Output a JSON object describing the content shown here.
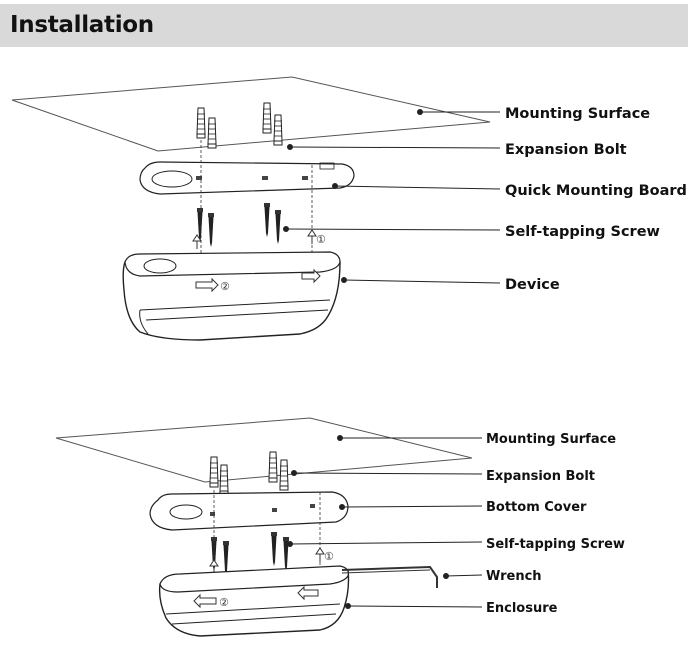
{
  "header": {
    "title": "Installation"
  },
  "diagram_top": {
    "callouts": {
      "mounting_surface": "Mounting Surface",
      "expansion_bolt": "Expansion Bolt",
      "quick_mounting_board": "Quick Mounting Board",
      "self_tapping_screw": "Self-tapping Screw",
      "device": "Device"
    },
    "step_marks": [
      "①",
      "②"
    ]
  },
  "diagram_bottom": {
    "callouts": {
      "mounting_surface": "Mounting Surface",
      "expansion_bolt": "Expansion Bolt",
      "bottom_cover": "Bottom Cover",
      "self_tapping_screw": "Self-tapping Screw",
      "wrench": "Wrench",
      "enclosure": "Enclosure"
    },
    "step_marks": [
      "①",
      "②"
    ]
  }
}
